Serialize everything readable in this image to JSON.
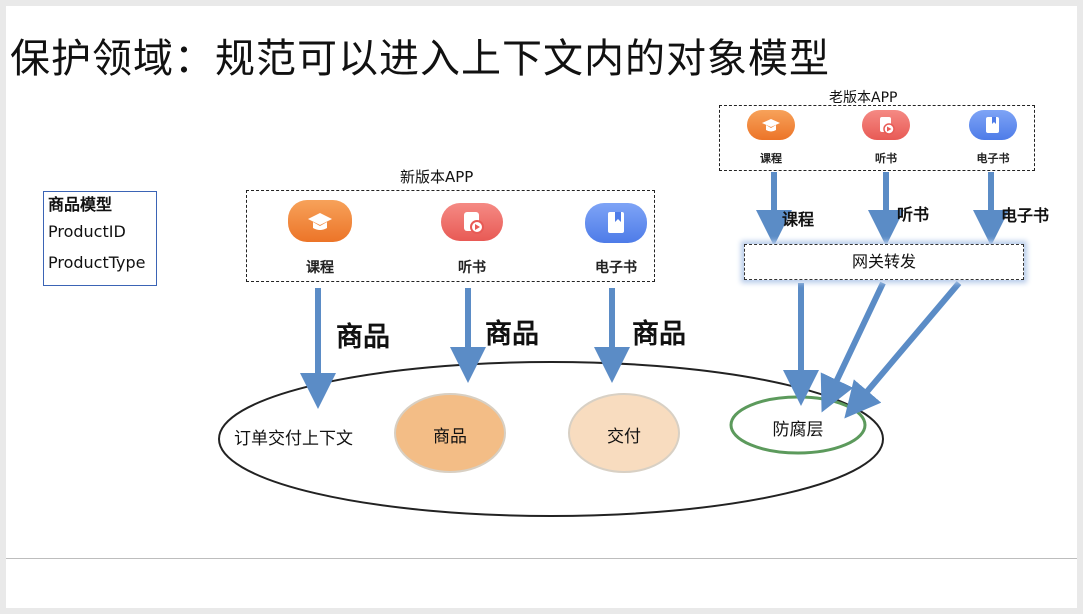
{
  "title": "保护领域：规范可以进入上下文内的对象模型",
  "product_model": {
    "heading": "商品模型",
    "fields": [
      "ProductID",
      "ProductType"
    ]
  },
  "new_app": {
    "label": "新版本APP",
    "items": [
      {
        "label": "课程",
        "icon": "graduation-cap-icon"
      },
      {
        "label": "听书",
        "icon": "audio-book-icon"
      },
      {
        "label": "电子书",
        "icon": "ebook-icon"
      }
    ],
    "arrow_labels": [
      "商品",
      "商品",
      "商品"
    ]
  },
  "old_app": {
    "label": "老版本APP",
    "items": [
      {
        "label": "课程",
        "icon": "graduation-cap-icon"
      },
      {
        "label": "听书",
        "icon": "audio-book-icon"
      },
      {
        "label": "电子书",
        "icon": "ebook-icon"
      }
    ],
    "arrow_labels": [
      "课程",
      "听书",
      "电子书"
    ]
  },
  "gateway": {
    "label": "网关转发"
  },
  "context": {
    "label": "订单交付上下文",
    "nodes": {
      "product": "商品",
      "delivery": "交付",
      "anticorruption": "防腐层"
    }
  },
  "colors": {
    "arrow": "#5b8cc6",
    "course_icon": "#f08a3c",
    "audio_icon": "#f0706b",
    "ebook_icon": "#5f8cf0",
    "product_node": "#f3bd86",
    "delivery_node": "#f8dcbf",
    "anticorruption_border": "#5c9a5c",
    "gateway_glow": "#b9cdea"
  }
}
